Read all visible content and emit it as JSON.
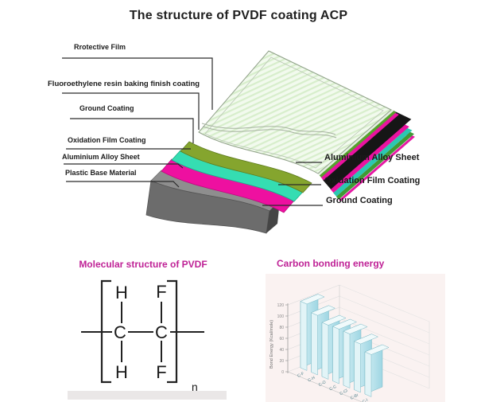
{
  "header": {
    "title": "The structure of PVDF coating ACP"
  },
  "diagram": {
    "left_labels": [
      {
        "text": "Rrotective Film"
      },
      {
        "text": "Fluoroethylene resin baking finish coating"
      },
      {
        "text": "Ground Coating"
      },
      {
        "text": "Oxidation Film Coating"
      },
      {
        "text": "Aluminium Alloy Sheet"
      },
      {
        "text": "Plastic Base Material"
      }
    ],
    "right_labels": [
      {
        "text": "Aluminium Alloy Sheet"
      },
      {
        "text": "Oxidation Film Coating"
      },
      {
        "text": "Ground Coating"
      }
    ],
    "colors": {
      "finish_coating_green": "#85a52e",
      "ground_coating_teal": "#35ddb2",
      "oxidation_magenta": "#ee10a0",
      "base_gray": "#8e8e8e",
      "aluminium_black": "#161616",
      "side_green": "#3f9b35"
    }
  },
  "molecule": {
    "title": "Molecular structure of PVDF",
    "title_color": "#bf2296",
    "atoms": {
      "top_left": "H",
      "top_right": "F",
      "center_left": "C",
      "center_right": "C",
      "bottom_left": "H",
      "bottom_right": "F"
    },
    "subscript": "n"
  },
  "chart_data": {
    "type": "bar",
    "style": "3d-slab",
    "title": "Carbon bonding energy",
    "title_color": "#bf2296",
    "categories": [
      "C-F",
      "C-H",
      "C-O",
      "C-C",
      "C-Cl",
      "C-Br",
      "C-I"
    ],
    "values": [
      116,
      99,
      86,
      83,
      79,
      68,
      57
    ],
    "xlabel": "",
    "ylabel": "Bond Energy (Kcal/mole)",
    "yticks": [
      0,
      20,
      40,
      60,
      80,
      100,
      120
    ],
    "ylim": [
      0,
      130
    ],
    "grid": true,
    "legend": false
  }
}
